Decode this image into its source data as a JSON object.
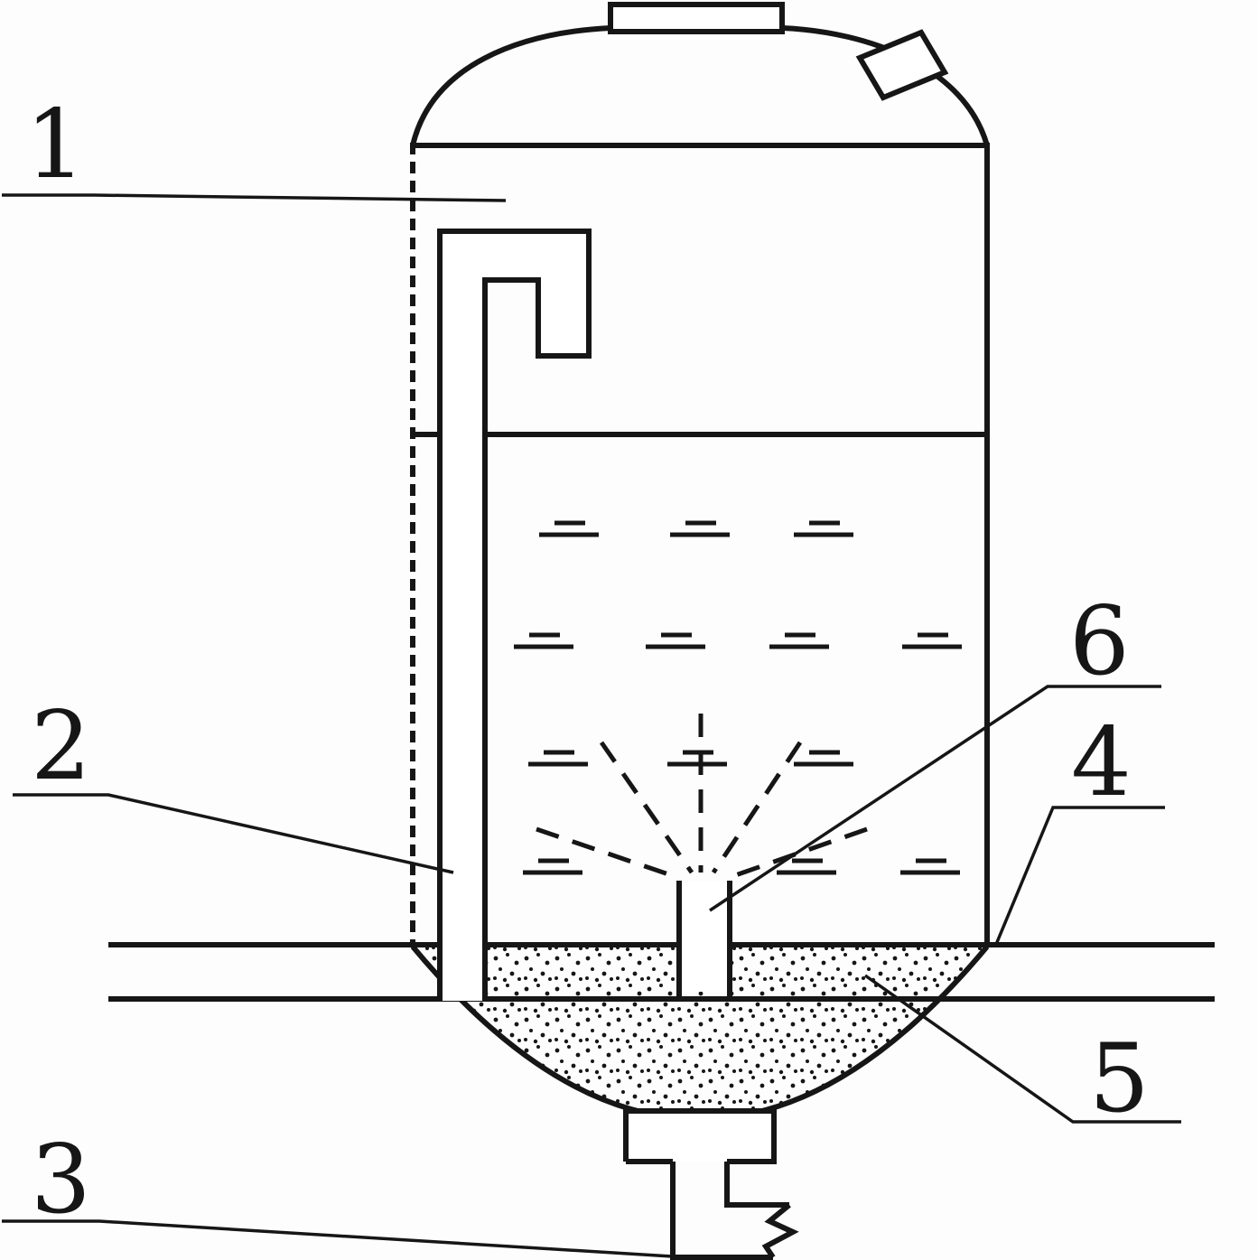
{
  "colors": {
    "line": "#161616",
    "bg": "#fdfdfd"
  },
  "labels": [
    {
      "id": "1",
      "text": "1"
    },
    {
      "id": "2",
      "text": "2"
    },
    {
      "id": "3",
      "text": "3"
    },
    {
      "id": "4",
      "text": "4"
    },
    {
      "id": "5",
      "text": "5"
    },
    {
      "id": "6",
      "text": "6"
    }
  ]
}
